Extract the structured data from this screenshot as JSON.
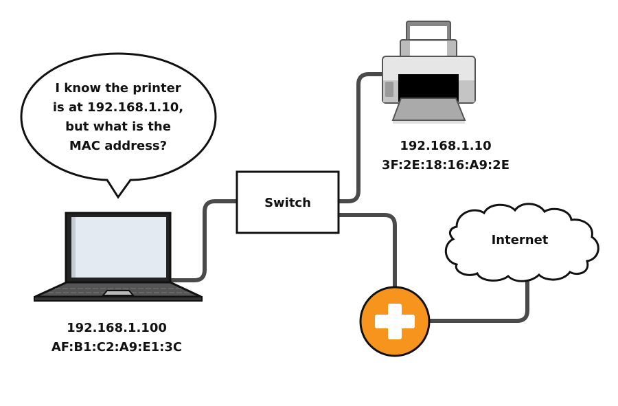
{
  "speech_bubble": {
    "lines": [
      "I know the printer",
      "is at 192.168.1.10,",
      "but what is the",
      "MAC address?"
    ]
  },
  "laptop": {
    "ip": "192.168.1.100",
    "mac": "AF:B1:C2:A9:E1:3C"
  },
  "printer": {
    "ip": "192.168.1.10",
    "mac": "3F:2E:18:16:A9:2E"
  },
  "switch": {
    "label": "Switch"
  },
  "internet": {
    "label": "Internet"
  },
  "router": {
    "icon": "plus-icon"
  },
  "colors": {
    "router": "#F7941D",
    "cable": "#4a4a4a"
  }
}
